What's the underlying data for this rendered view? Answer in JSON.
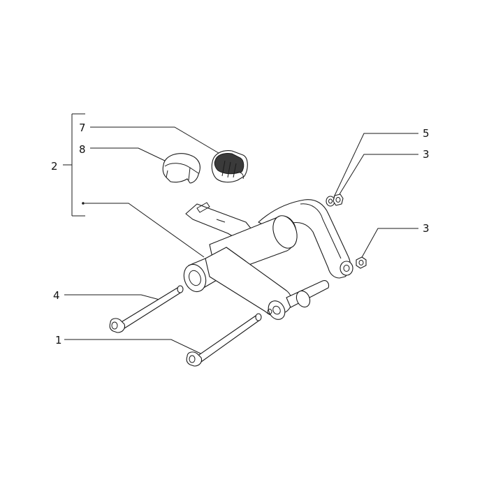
{
  "diagram": {
    "callouts": [
      {
        "id": "label-1",
        "text": "1"
      },
      {
        "id": "label-2",
        "text": "2"
      },
      {
        "id": "label-3a",
        "text": "3"
      },
      {
        "id": "label-3b",
        "text": "3"
      },
      {
        "id": "label-4",
        "text": "4"
      },
      {
        "id": "label-5",
        "text": "5"
      },
      {
        "id": "label-7",
        "text": "7"
      },
      {
        "id": "label-8",
        "text": "8"
      }
    ],
    "parts": [
      {
        "name": "bolt-long",
        "callout": "1"
      },
      {
        "name": "bushing-assembly",
        "callout": "2"
      },
      {
        "name": "nut",
        "callout": "3"
      },
      {
        "name": "bolt-short",
        "callout": "4"
      },
      {
        "name": "washer",
        "callout": "5"
      },
      {
        "name": "roller-bearing",
        "callout": "7"
      },
      {
        "name": "bushing-half",
        "callout": "8"
      }
    ]
  },
  "colors": {
    "line": "#1a1a1a",
    "background": "#ffffff",
    "shade": "#3a3a3a"
  }
}
